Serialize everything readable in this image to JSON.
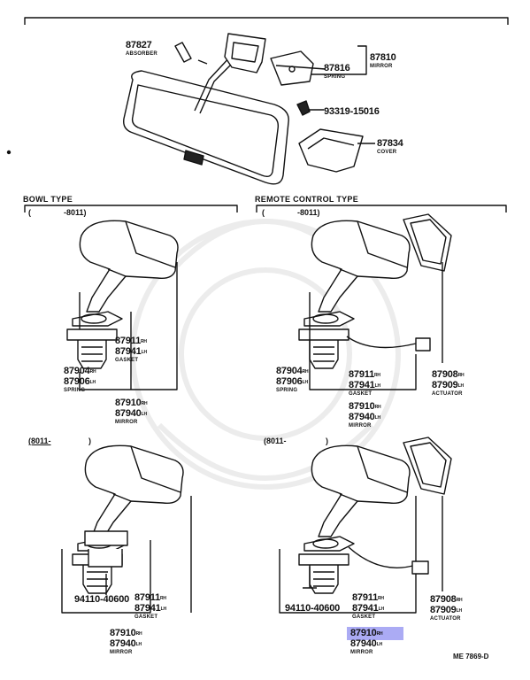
{
  "diagram_code": "ME 7869-D",
  "top": {
    "absorber": {
      "num": "87827",
      "name": "ABSORBER"
    },
    "mirror": {
      "num": "87810",
      "name": "MIRROR"
    },
    "spring": {
      "num": "87816",
      "name": "SPRING"
    },
    "screw": {
      "num": "93319-15016"
    },
    "cover": {
      "num": "87834",
      "name": "COVER"
    }
  },
  "sections": {
    "bowl_type": "BOWL TYPE",
    "remote_type": "REMOTE CONTROL TYPE"
  },
  "ranges": {
    "bowl_before": {
      "open": "(",
      "value": "-8011)"
    },
    "remote_before": {
      "open": "(",
      "value": "-8011)"
    },
    "bowl_after": {
      "value": "(8011-",
      "close": ")"
    },
    "remote_after": {
      "value": "(8011-",
      "close": ")"
    }
  },
  "side": {
    "rh": "RH",
    "lh": "LH"
  },
  "parts": {
    "gasket": {
      "rh": "87911",
      "lh": "87941",
      "name": "GASKET"
    },
    "spring": {
      "rh": "87904",
      "lh": "87906",
      "name": "SPRING"
    },
    "mirror": {
      "rh": "87910",
      "lh": "87940",
      "name": "MIRROR"
    },
    "actuator": {
      "rh": "87908",
      "lh": "87909",
      "name": "ACTUATOR"
    },
    "screw": {
      "num": "94110-40600"
    }
  },
  "highlight": {
    "color": "#8f8ff0"
  }
}
